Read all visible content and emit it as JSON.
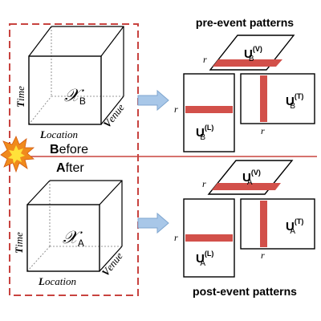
{
  "colors": {
    "dashed_box": "#c8433f",
    "factor_bar": "#d2504a",
    "arrow": "#a8c7e8",
    "arrow_stroke": "#7fa6cf",
    "event_line": "#c8433f",
    "explosion_outer": "#f08a1c",
    "explosion_inner": "#ffe23a"
  },
  "event": {
    "before_initial": "B",
    "before_rest": "efore",
    "after_initial": "A",
    "after_rest": "fter"
  },
  "tensor_before": {
    "label": "𝒳",
    "sub": "B",
    "axis_time_initial": "T",
    "axis_time_rest": "ime",
    "axis_location_initial": "L",
    "axis_location_rest": "ocation",
    "axis_venue_initial": "V",
    "axis_venue_rest": "enue"
  },
  "tensor_after": {
    "label": "𝒳",
    "sub": "A",
    "axis_time_initial": "T",
    "axis_time_rest": "ime",
    "axis_location_initial": "L",
    "axis_location_rest": "ocation",
    "axis_venue_initial": "V",
    "axis_venue_rest": "enue"
  },
  "pre_event": {
    "title": "pre-event patterns",
    "rank_label": "r",
    "venue_factor": {
      "base": "U",
      "sup": "(V)",
      "sub": "B"
    },
    "location_factor": {
      "base": "U",
      "sup": "(L)",
      "sub": "B"
    },
    "time_factor": {
      "base": "U",
      "sup": "(T)",
      "sub": "B"
    }
  },
  "post_event": {
    "title": "post-event patterns",
    "rank_label": "r",
    "venue_factor": {
      "base": "U",
      "sup": "(V)",
      "sub": "A"
    },
    "location_factor": {
      "base": "U",
      "sup": "(L)",
      "sub": "A"
    },
    "time_factor": {
      "base": "U",
      "sup": "(T)",
      "sub": "A"
    }
  }
}
